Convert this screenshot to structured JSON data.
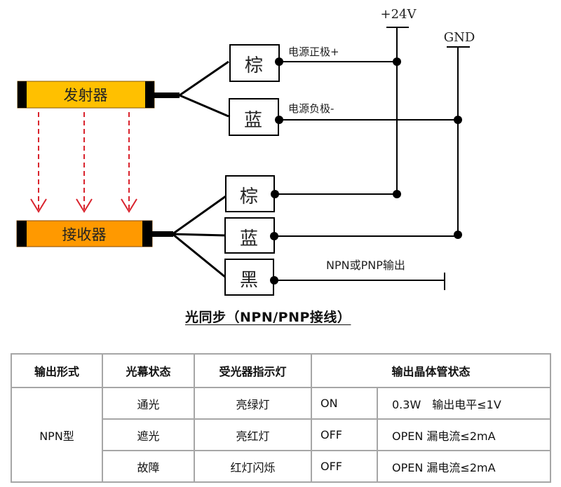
{
  "diagram": {
    "emitter_label": "发射器",
    "receiver_label": "接收器",
    "emitter_wires": [
      {
        "color_label": "棕",
        "signal": "电源正极+"
      },
      {
        "color_label": "蓝",
        "signal": "电源负极-"
      }
    ],
    "receiver_wires": [
      {
        "color_label": "棕"
      },
      {
        "color_label": "蓝"
      },
      {
        "color_label": "黑",
        "signal": "NPN或PNP输出"
      }
    ],
    "supply_positive": "+24V",
    "supply_ground": "GND",
    "colors": {
      "emitter_body": "#ffc000",
      "receiver_body": "#ff9900",
      "beam_arrow": "#d9232d",
      "wire": "#000000"
    }
  },
  "title": "光同步（NPN/PNP接线）",
  "table": {
    "headers": [
      "输出形式",
      "光幕状态",
      "受光器指示灯",
      "输出晶体管状态"
    ],
    "output_type": "NPN型",
    "rows": [
      {
        "state": "通光",
        "indicator": "亮绿灯",
        "transistor": "ON",
        "detail": "0.3W　输出电平≤1V"
      },
      {
        "state": "遮光",
        "indicator": "亮红灯",
        "transistor": "OFF",
        "detail": "OPEN  漏电流≤2mA"
      },
      {
        "state": "故障",
        "indicator": "红灯闪烁",
        "transistor": "OFF",
        "detail": "OPEN  漏电流≤2mA"
      }
    ]
  }
}
